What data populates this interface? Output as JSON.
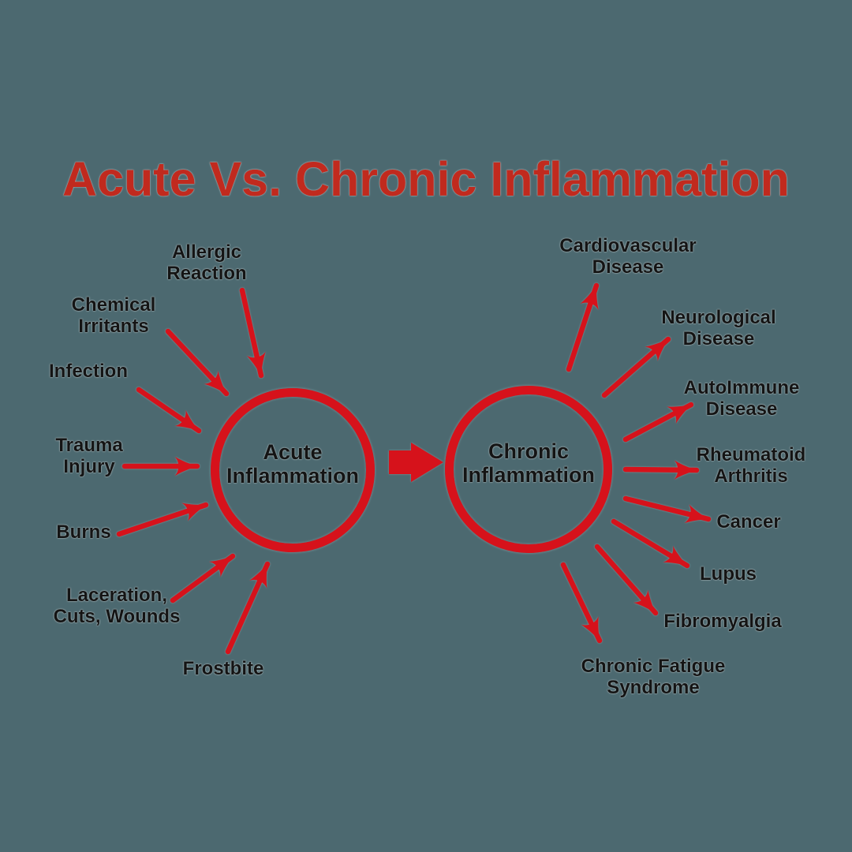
{
  "title": "Acute Vs. Chronic Inflammation",
  "colors": {
    "background": "#4C6970",
    "title": "#C12A1E",
    "arrow": "#D6121B",
    "circle_border": "#D6121B",
    "label_text": "#141414"
  },
  "nodes": {
    "acute": {
      "lines": [
        "Acute",
        "Inflammation"
      ]
    },
    "chronic": {
      "lines": [
        "Chronic",
        "Inflammation"
      ]
    }
  },
  "causes": [
    {
      "id": "allergic-reaction",
      "lines": [
        "Allergic",
        "Reaction"
      ]
    },
    {
      "id": "chemical-irritants",
      "lines": [
        "Chemical",
        "Irritants"
      ]
    },
    {
      "id": "infection",
      "lines": [
        "Infection"
      ]
    },
    {
      "id": "trauma-injury",
      "lines": [
        "Trauma",
        "Injury"
      ]
    },
    {
      "id": "burns",
      "lines": [
        "Burns"
      ]
    },
    {
      "id": "laceration-cuts-wounds",
      "lines": [
        "Laceration,",
        "Cuts, Wounds"
      ]
    },
    {
      "id": "frostbite",
      "lines": [
        "Frostbite"
      ]
    }
  ],
  "outcomes": [
    {
      "id": "cardiovascular-disease",
      "lines": [
        "Cardiovascular",
        "Disease"
      ]
    },
    {
      "id": "neurological-disease",
      "lines": [
        "Neurological",
        "Disease"
      ]
    },
    {
      "id": "autoimmune-disease",
      "lines": [
        "AutoImmune",
        "Disease"
      ]
    },
    {
      "id": "rheumatoid-arthritis",
      "lines": [
        "Rheumatoid",
        "Arthritis"
      ]
    },
    {
      "id": "cancer",
      "lines": [
        "Cancer"
      ]
    },
    {
      "id": "lupus",
      "lines": [
        "Lupus"
      ]
    },
    {
      "id": "fibromyalgia",
      "lines": [
        "Fibromyalgia"
      ]
    },
    {
      "id": "chronic-fatigue-syndrome",
      "lines": [
        "Chronic Fatigue",
        "Syndrome"
      ]
    }
  ]
}
